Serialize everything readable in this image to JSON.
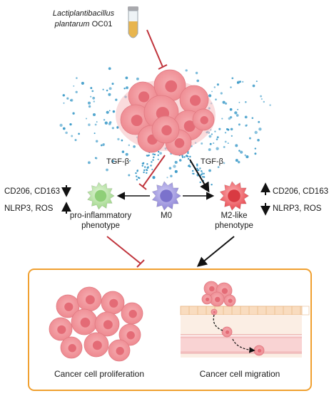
{
  "bacterium": {
    "line1": "Lactiplantibacillus",
    "line2_italic": "plantarum",
    "line2_strain": "OC01"
  },
  "signals": {
    "left": "TGF-β",
    "right": "TGF-β"
  },
  "cells": {
    "left": {
      "label_line1": "pro-inflammatory",
      "label_line2": "phenotype"
    },
    "center": {
      "label": "M0"
    },
    "right": {
      "label_line1": "M2-like",
      "label_line2": "phenotype"
    }
  },
  "markers": {
    "left": {
      "top": "CD206, CD163",
      "bottom": "NLRP3, ROS",
      "top_arrow": "down",
      "bottom_arrow": "up"
    },
    "right": {
      "top": "CD206, CD163",
      "bottom": "NLRP3, ROS",
      "top_arrow": "up",
      "bottom_arrow": "down"
    }
  },
  "outcomes": {
    "left": "Cancer cell proliferation",
    "right": "Cancer cell migration"
  },
  "colors": {
    "inhibit": "#c0343c",
    "arrow": "#111111",
    "box_border": "#f0a030",
    "tumor_fill": "#f3959b",
    "tumor_nucleus": "#e46b76",
    "dots": "#3b9ac8",
    "m1_cell": "#b9e4a6",
    "m0_cell": "#9d95df",
    "m2_cell": "#f0626a"
  }
}
